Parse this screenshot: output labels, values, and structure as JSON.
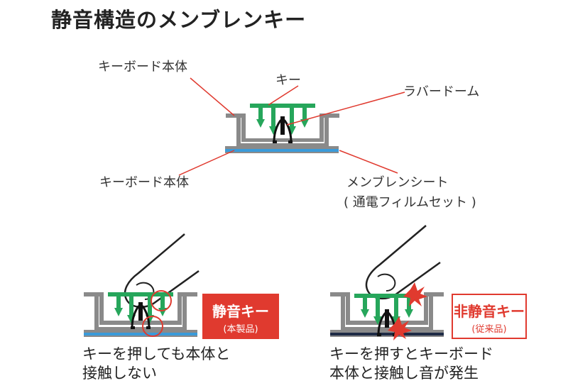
{
  "title": "静音構造のメンブレンキー",
  "labels": {
    "keyboard_body_top": "キーボード本体",
    "key": "キー",
    "rubber_dome": "ラバードーム",
    "keyboard_body_bottom": "キーボード本体",
    "membrane_sheet": "メンブレンシート",
    "membrane_sheet_note": "( 通電フィルムセット )"
  },
  "silent": {
    "badge_title": "静音キー",
    "badge_sub": "(本製品)",
    "caption_line1": "キーを押しても本体と",
    "caption_line2": "接触しない"
  },
  "normal": {
    "badge_title": "非静音キー",
    "badge_sub": "(従来品)",
    "caption_line1": "キーを押すとキーボード",
    "caption_line2": "本体と接触し音が発生"
  },
  "colors": {
    "key_green": "#26a65b",
    "membrane_blue": "#3a9ad9",
    "body_gray": "#8a8a8a",
    "accent_red": "#e03a2f"
  }
}
